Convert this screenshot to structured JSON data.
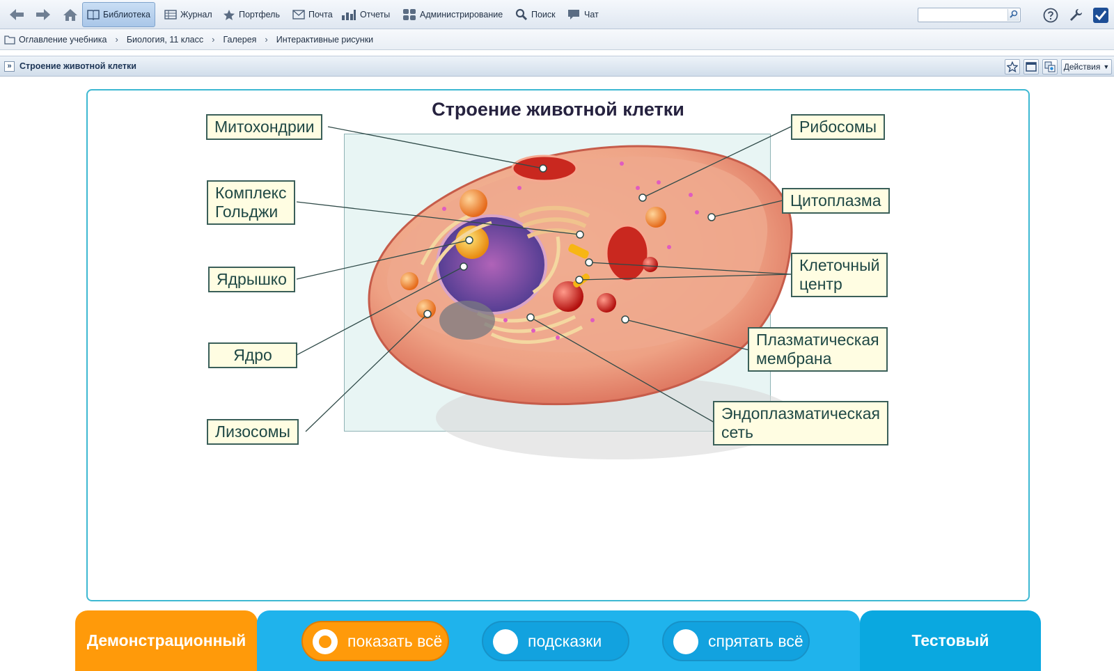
{
  "toolbar": {
    "items": [
      {
        "label": "Библиотека",
        "icon": "book-icon",
        "active": true
      },
      {
        "label": "Журнал",
        "icon": "journal-icon"
      },
      {
        "label": "Портфель",
        "icon": "star-icon"
      },
      {
        "label": "Почта",
        "icon": "mail-icon"
      },
      {
        "label": "Отчеты",
        "icon": "bar-chart-icon"
      },
      {
        "label": "Администрирование",
        "icon": "users-icon"
      },
      {
        "label": "Поиск",
        "icon": "search-icon"
      },
      {
        "label": "Чат",
        "icon": "chat-icon"
      }
    ],
    "search_value": ""
  },
  "breadcrumb": [
    "Оглавление учебника",
    "Биология, 11 класс",
    "Галерея",
    "Интерактивные рисунки"
  ],
  "titlebar": {
    "title": "Строение животной клетки",
    "actions_label": "Действия"
  },
  "diagram": {
    "title": "Строение животной клетки",
    "labels": {
      "mitochondria": [
        "Митохондрии"
      ],
      "golgi": [
        "Комплекс",
        "Гольджи"
      ],
      "nucleolus": [
        "Ядрышко"
      ],
      "nucleus": [
        "Ядро"
      ],
      "lysosomes": [
        "Лизосомы"
      ],
      "ribosomes": [
        "Рибосомы"
      ],
      "cytoplasm": [
        "Цитоплазма"
      ],
      "cell_center": [
        "Клеточный",
        "центр"
      ],
      "membrane": [
        "Плазматическая",
        "мембрана"
      ],
      "er": [
        "Эндоплазматическая",
        "сеть"
      ]
    }
  },
  "modes": {
    "demo": "Демонстрационный",
    "test": "Тестовый",
    "show_all": "показать всё",
    "hints": "подсказки",
    "hide_all": "спрятать всё",
    "selected": "show_all"
  },
  "colors": {
    "accent_orange": "#ff9a0a",
    "accent_blue": "#1fb3ec",
    "frame_border": "#3db8d2"
  }
}
